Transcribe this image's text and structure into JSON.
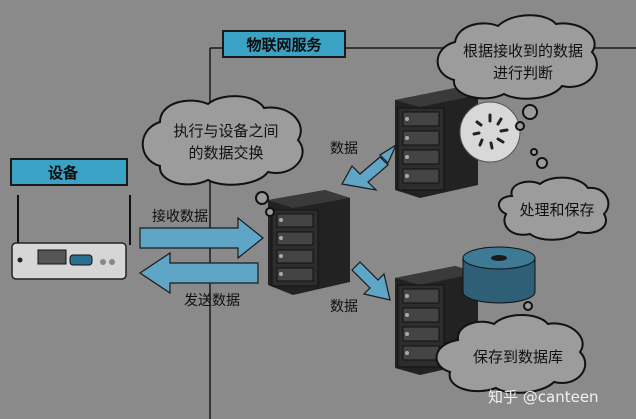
{
  "colors": {
    "background": "#8a8a8a",
    "accent": "#3aa2c4",
    "arrow": "#5fa5c6",
    "server": "#2c2c2c",
    "cloud": "#9c9c9c"
  },
  "labels": {
    "iot_service": "物联网服务",
    "device": "设备",
    "receive_data": "接收数据",
    "send_data": "发送数据",
    "data_upper": "数据",
    "data_lower": "数据"
  },
  "clouds": {
    "exchange_line1": "执行与设备之间",
    "exchange_line2": "的数据交换",
    "judge_line1": "根据接收到的数据",
    "judge_line2": "进行判断",
    "process": "处理和保存",
    "save": "保存到数据库"
  },
  "watermark": "知乎 @canteen",
  "icons": {
    "device": "router-device-icon",
    "main_server": "server-rack-icon",
    "top_server": "server-rack-icon",
    "bottom_server": "server-rack-icon",
    "processing": "loading-spinner-icon",
    "database": "database-cylinder-icon"
  }
}
